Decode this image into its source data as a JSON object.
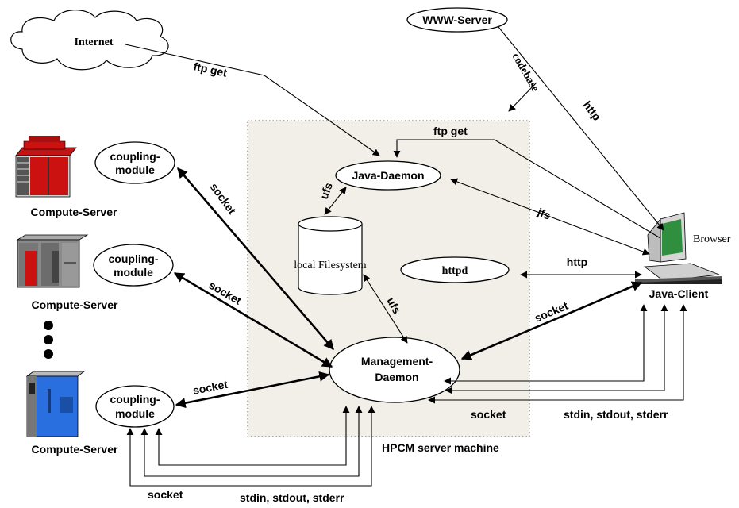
{
  "nodes": {
    "internet": "Internet",
    "www_server": "WWW-Server",
    "java_daemon": "Java-Daemon",
    "httpd": "httpd",
    "local_filesystem": "local Filesystem",
    "mgmt_line1": "Management-",
    "mgmt_line2": "Daemon",
    "coupling_line1": "coupling-",
    "coupling_line2": "module",
    "compute_server": "Compute-Server",
    "browser": "Browser",
    "java_client": "Java-Client",
    "server_machine": "HPCM server machine"
  },
  "labels": {
    "ftp_get_top": "ftp get",
    "ftp_get_right": "ftp get",
    "codebase": "codebase",
    "http_www": "http",
    "http_httpd": "http",
    "jfs": "jfs",
    "ufs_java": "ufs",
    "ufs_mgmt": "ufs",
    "socket_cs1": "socket",
    "socket_cs2": "socket",
    "socket_cs3": "socket",
    "socket_client": "socket",
    "socket_client_bottom": "socket",
    "stdio_client": "stdin, stdout, stderr",
    "socket_cs_bottom": "socket",
    "stdio_cs": "stdin, stdout, stderr"
  },
  "colors": {
    "server_box": "#f1efe8",
    "server_red": "#cc1111",
    "server_blue": "#2a6fe0",
    "server_gray": "#8a8a8a",
    "screen_green": "#2f8f3f"
  }
}
